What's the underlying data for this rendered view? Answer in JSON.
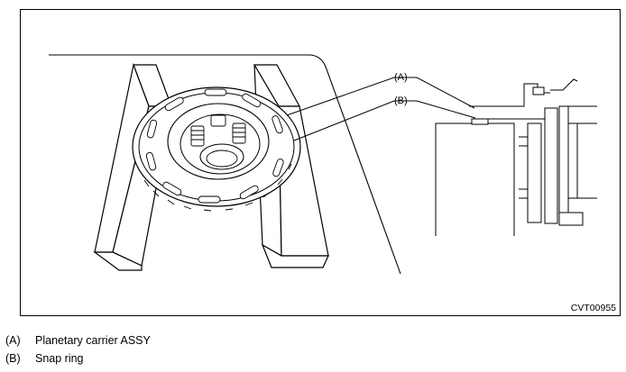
{
  "figure": {
    "figure_id": "CVT00955",
    "callouts": [
      {
        "key": "(A)",
        "target": "planetary-carrier"
      },
      {
        "key": "(B)",
        "target": "snap-ring"
      }
    ]
  },
  "legend": [
    {
      "key": "(A)",
      "label": "Planetary carrier ASSY"
    },
    {
      "key": "(B)",
      "label": "Snap ring"
    }
  ]
}
